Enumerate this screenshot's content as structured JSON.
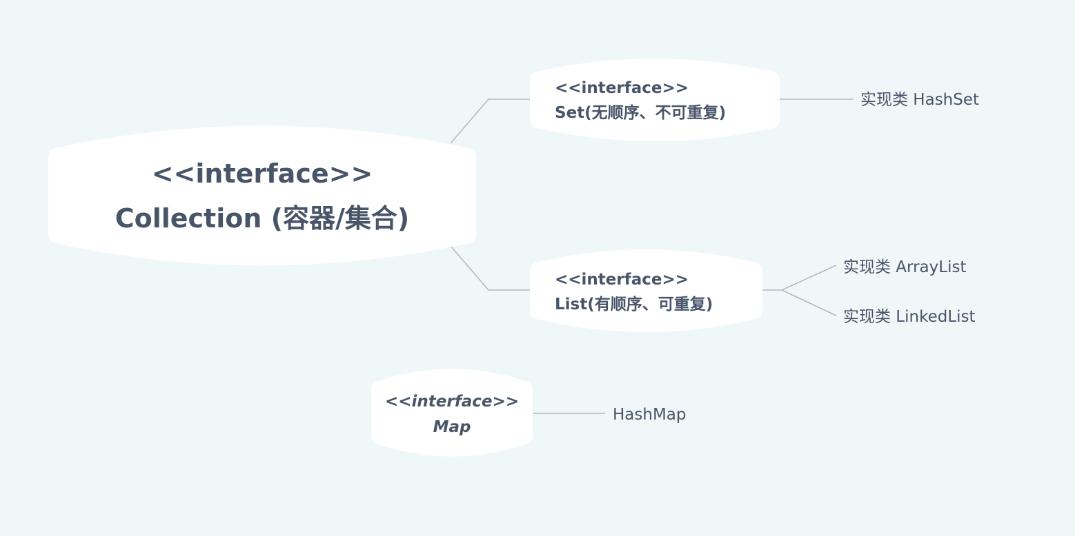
{
  "root": {
    "line1": "<<interface>>",
    "line2": "Collection (容器/集合)"
  },
  "set": {
    "line1": "<<interface>>",
    "line2": "Set(无顺序、不可重复)",
    "impl": "实现类 HashSet"
  },
  "list": {
    "line1": "<<interface>>",
    "line2": "List(有顺序、可重复)",
    "impls": [
      "实现类 ArrayList",
      "实现类 LinkedList"
    ]
  },
  "map": {
    "line1": "<<interface>>",
    "line2": "Map",
    "impl": "HashMap"
  }
}
